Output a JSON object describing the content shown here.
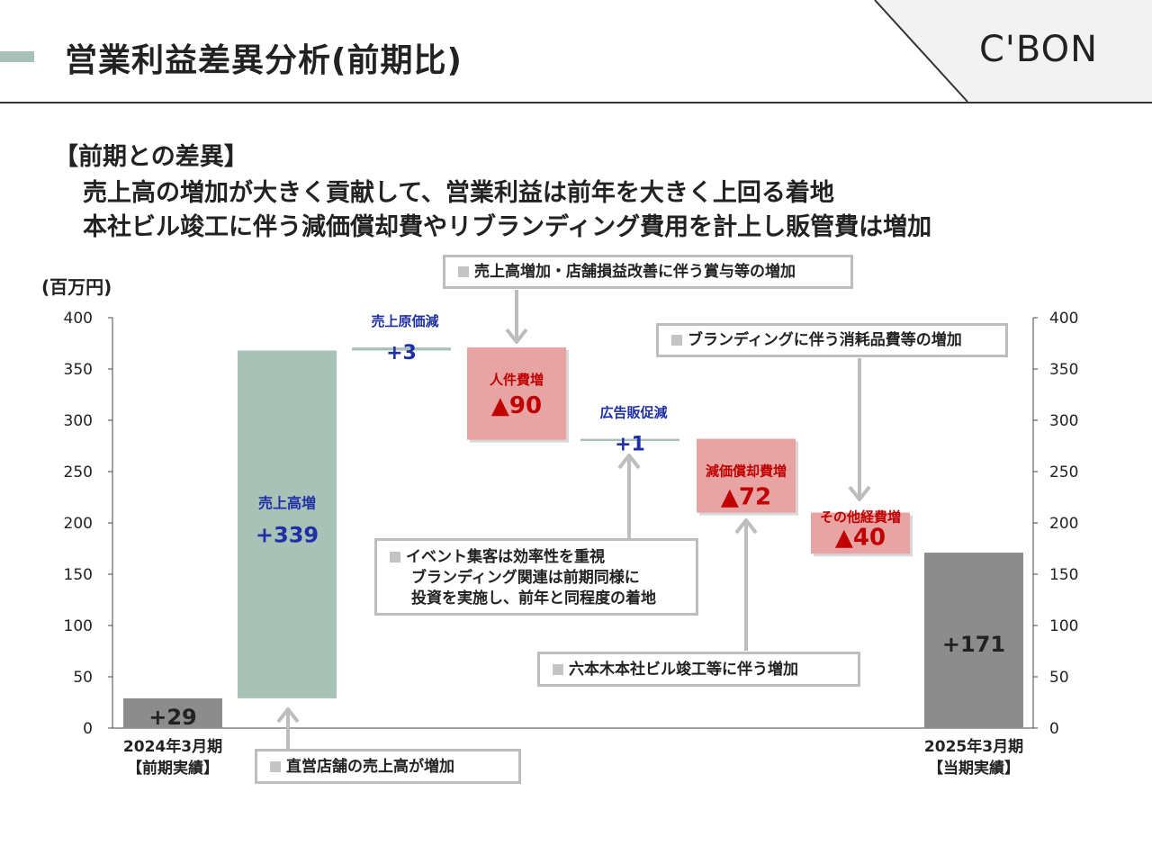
{
  "header": {
    "title": "営業利益差異分析(前期比)",
    "logo": "C'BON"
  },
  "summary": {
    "heading": "【前期との差異】",
    "lines": [
      "売上高の増加が大きく貢献して、営業利益は前年を大きく上回る着地",
      "本社ビル竣工に伴う減価償却費やリブランディング費用を計上し販管費は増加"
    ]
  },
  "chart_data": {
    "type": "bar",
    "subtype": "waterfall",
    "unit_label": "(百万円)",
    "ylim": [
      0,
      400
    ],
    "yticks": [
      0,
      50,
      100,
      150,
      200,
      250,
      300,
      350,
      400
    ],
    "secondary_axis": true,
    "categories": [
      "2024年3月期\n【前期実績】",
      "売上高増",
      "売上原価減",
      "人件費増",
      "広告販促減",
      "減価償却費増",
      "その他経費増",
      "2025年3月期\n【当期実績】"
    ],
    "steps": [
      {
        "label": "",
        "x_label_lines": [
          "2024年3月期",
          "【前期実績】"
        ],
        "kind": "total",
        "value": 29,
        "value_label": "+29",
        "color": "#8c8c8c"
      },
      {
        "label": "売上高増",
        "kind": "increase",
        "value": 339,
        "value_label": "+339",
        "color": "#a9c2b8"
      },
      {
        "label": "売上原価減",
        "kind": "increase",
        "value": 3,
        "value_label": "+3",
        "color": "#a9c2b8"
      },
      {
        "label": "人件費増",
        "kind": "decrease",
        "value": -90,
        "value_label": "▲90",
        "color": "#e8a3a3"
      },
      {
        "label": "広告販促減",
        "kind": "increase",
        "value": 1,
        "value_label": "+1",
        "color": "#a9c2b8"
      },
      {
        "label": "減価償却費増",
        "kind": "decrease",
        "value": -72,
        "value_label": "▲72",
        "color": "#e8a3a3"
      },
      {
        "label": "その他経費増",
        "kind": "decrease",
        "value": -40,
        "value_label": "▲40",
        "color": "#e8a3a3"
      },
      {
        "label": "",
        "x_label_lines": [
          "2025年3月期",
          "【当期実績】"
        ],
        "kind": "total",
        "value": 171,
        "value_label": "+171",
        "color": "#8c8c8c"
      }
    ],
    "colors": {
      "increase_text": "#1f2fa6",
      "decrease_text": "#c00000",
      "total_text": "#222222",
      "axis": "#444444"
    }
  },
  "callouts": {
    "bonus": "売上高増加・店舗損益改善に伴う賞与等の増加",
    "branding": "ブランディングに伴う消耗品費等の増加",
    "event": [
      "イベント集客は効率性を重視",
      "ブランディング関連は前期同様に",
      "投資を実施し、前年と同程度の着地"
    ],
    "building": "六本木本社ビル竣工等に伴う増加",
    "sales": "直営店舗の売上高が増加"
  }
}
